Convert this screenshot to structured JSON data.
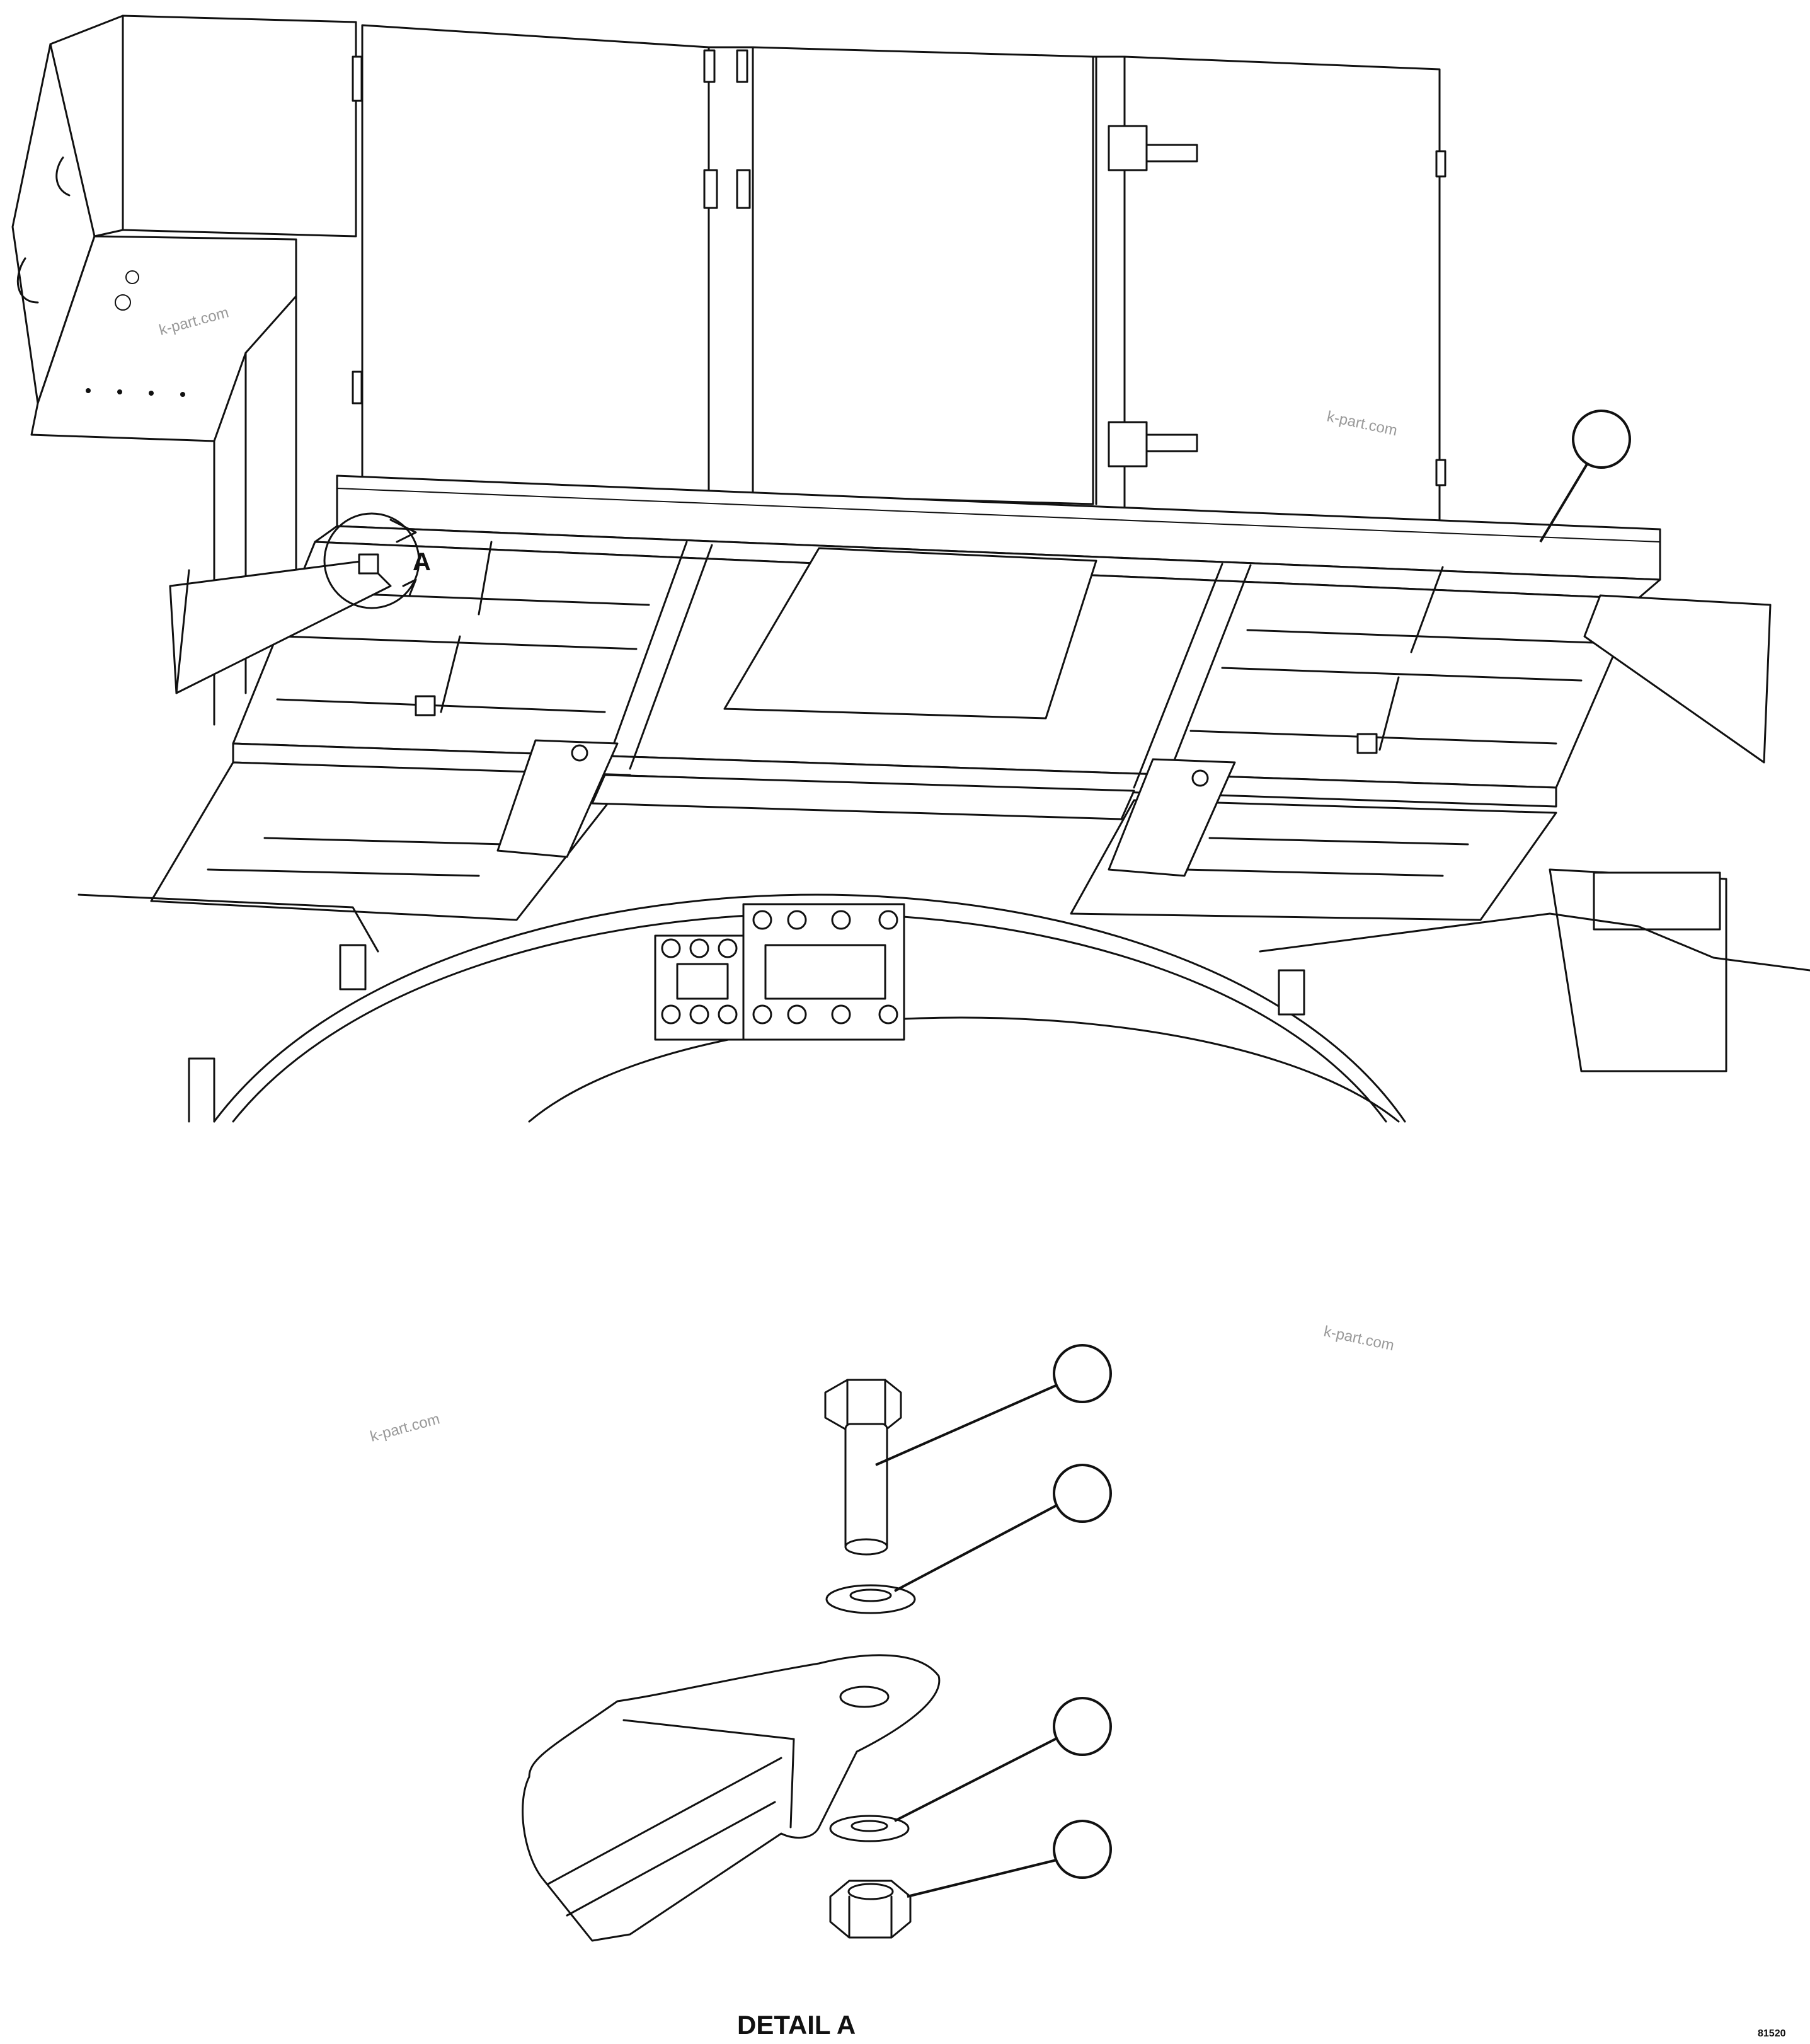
{
  "detail_marker": "A",
  "detail_caption": "DETAIL A",
  "watermarks": [
    "k-part.com",
    "k-part.com",
    "k-part.com",
    "k-part.com"
  ],
  "corner_code": "81520",
  "callouts": [
    {
      "id": "frame-rail",
      "number": ""
    },
    {
      "id": "bolt",
      "number": ""
    },
    {
      "id": "washer-upper",
      "number": ""
    },
    {
      "id": "washer-lower",
      "number": ""
    },
    {
      "id": "nut",
      "number": ""
    }
  ]
}
